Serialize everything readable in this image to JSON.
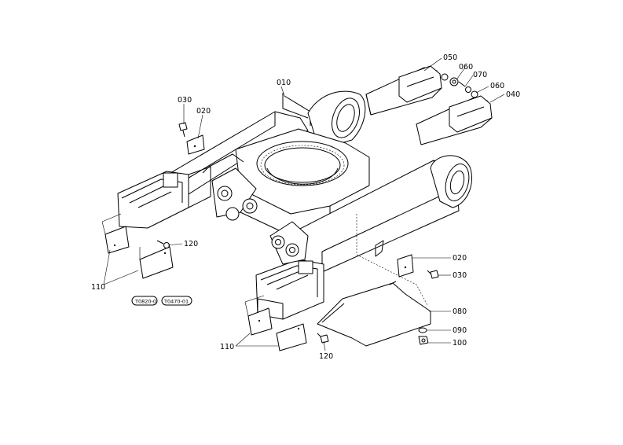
{
  "diagram": {
    "callouts": {
      "c010": "010",
      "c020_a": "020",
      "c030_a": "030",
      "c040": "040",
      "c050": "050",
      "c060_a": "060",
      "c060_b": "060",
      "c070": "070",
      "c020_b": "020",
      "c030_b": "030",
      "c080": "080",
      "c090": "090",
      "c100": "100",
      "c110_a": "110",
      "c110_b": "110",
      "c120_a": "120",
      "c120_b": "120"
    },
    "stamps": {
      "stamp_a": "T0820-0",
      "stamp_b": "T0470-01"
    }
  }
}
